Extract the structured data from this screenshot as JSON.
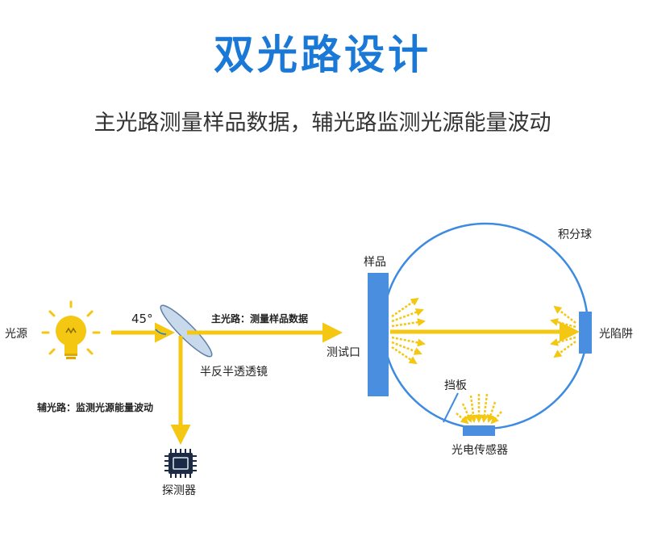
{
  "title": "双光路设计",
  "subtitle": "主光路测量样品数据，辅光路监测光源能量波动",
  "labels": {
    "light_source": "光源",
    "angle": "45°",
    "main_path": "主光路：测量样品数据",
    "aux_path": "辅光路：监测光源能量波动",
    "beam_splitter": "半反半透透镜",
    "detector": "探测器",
    "sample": "样品",
    "test_port": "测试口",
    "sphere": "积分球",
    "light_trap": "光陷阱",
    "baffle": "挡板",
    "photo_sensor": "光电传感器"
  },
  "colors": {
    "title": "#1a78d6",
    "beam": "#f3c712",
    "blue": "#4a8ee0",
    "sphere_stroke": "#3d8be0"
  }
}
